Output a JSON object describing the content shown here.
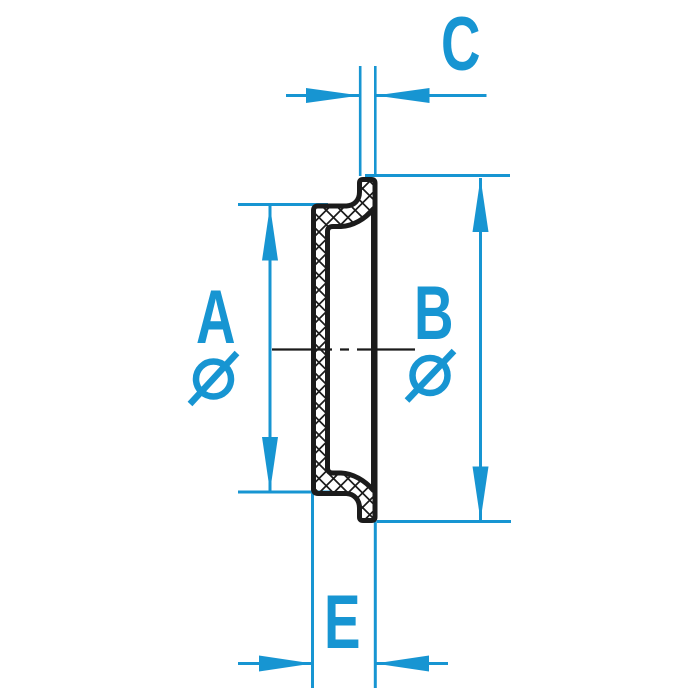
{
  "drawing": {
    "kind": "cross-section dimension drawing",
    "colors": {
      "dimension_blue": "#1795d2",
      "outline_black": "#1b1b1b",
      "background": "#ffffff"
    },
    "dimensions": {
      "c": {
        "label": "C"
      },
      "a": {
        "label": "A",
        "symbol": "Ø"
      },
      "b": {
        "label": "B",
        "symbol": "Ø"
      },
      "e": {
        "label": "E"
      }
    }
  }
}
